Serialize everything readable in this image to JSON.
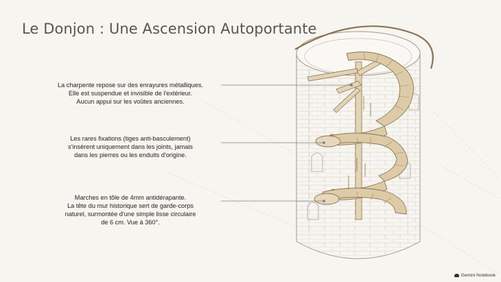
{
  "title": "Le Donjon : Une Ascension Autoportante",
  "annotations": [
    {
      "lines": [
        "La charpente repose sur des enrayures métalliques.",
        "Elle est suspendue et invisible de l'extérieur.",
        "Aucun appui sur les voûtes anciennes."
      ]
    },
    {
      "lines": [
        "Les rares fixations (tiges anti-basculement)",
        "s'insèrent uniquement dans les joints, jamais",
        "dans les pierres ou les enduits d'origine."
      ]
    },
    {
      "lines": [
        "Marches en tôle de 4mm antidérapante.",
        "La tête du mur historique sert de garde-corps",
        "naturel, surmontée d'une simple lisse circulaire",
        "de 6 cm. Vue à 360°."
      ]
    }
  ],
  "badge": {
    "label": "Gemini Notebook",
    "icon": "gemini-notebook-icon"
  },
  "colors": {
    "background": "#f7f5f0",
    "wood": "#d9c7a3",
    "wood_dark": "#8a7352",
    "stone_line": "#bdb7ad",
    "text": "#222222",
    "title": "#555555"
  }
}
